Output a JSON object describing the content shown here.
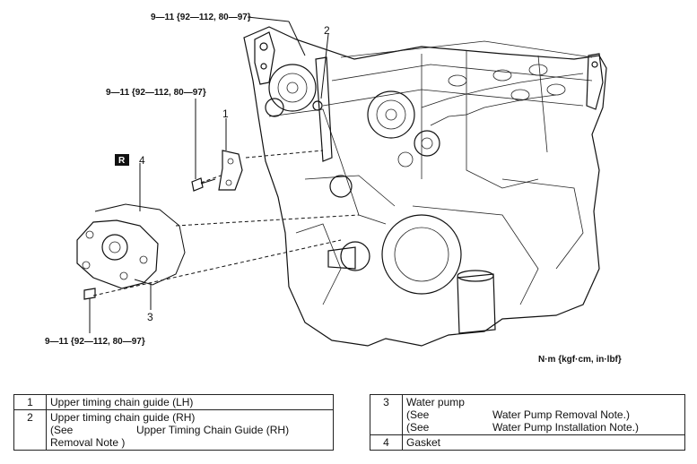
{
  "labels": {
    "torque_top": "9—11 {92—112, 80—97}",
    "torque_mid": "9—11 {92—112, 80—97}",
    "torque_bottom": "9—11 {92—112, 80—97}",
    "callout_1": "1",
    "callout_2": "2",
    "callout_3": "3",
    "callout_4": "4",
    "r_badge": "R",
    "units": "N·m {kgf·cm, in·lbf}"
  },
  "table_left": [
    {
      "num": "1",
      "title": "Upper timing chain guide (LH)",
      "lines": []
    },
    {
      "num": "2",
      "title": "Upper timing chain guide (RH)",
      "lines": [
        {
          "a": "(See",
          "b": "Upper Timing Chain Guide (RH)"
        },
        {
          "a": "Removal Note )",
          "b": ""
        }
      ]
    }
  ],
  "table_right": [
    {
      "num": "3",
      "title": "Water pump",
      "lines": [
        {
          "a": "(See",
          "b": "Water Pump Removal Note.)"
        },
        {
          "a": "(See",
          "b": "Water Pump Installation Note.)"
        }
      ]
    },
    {
      "num": "4",
      "title": "Gasket",
      "lines": []
    }
  ]
}
